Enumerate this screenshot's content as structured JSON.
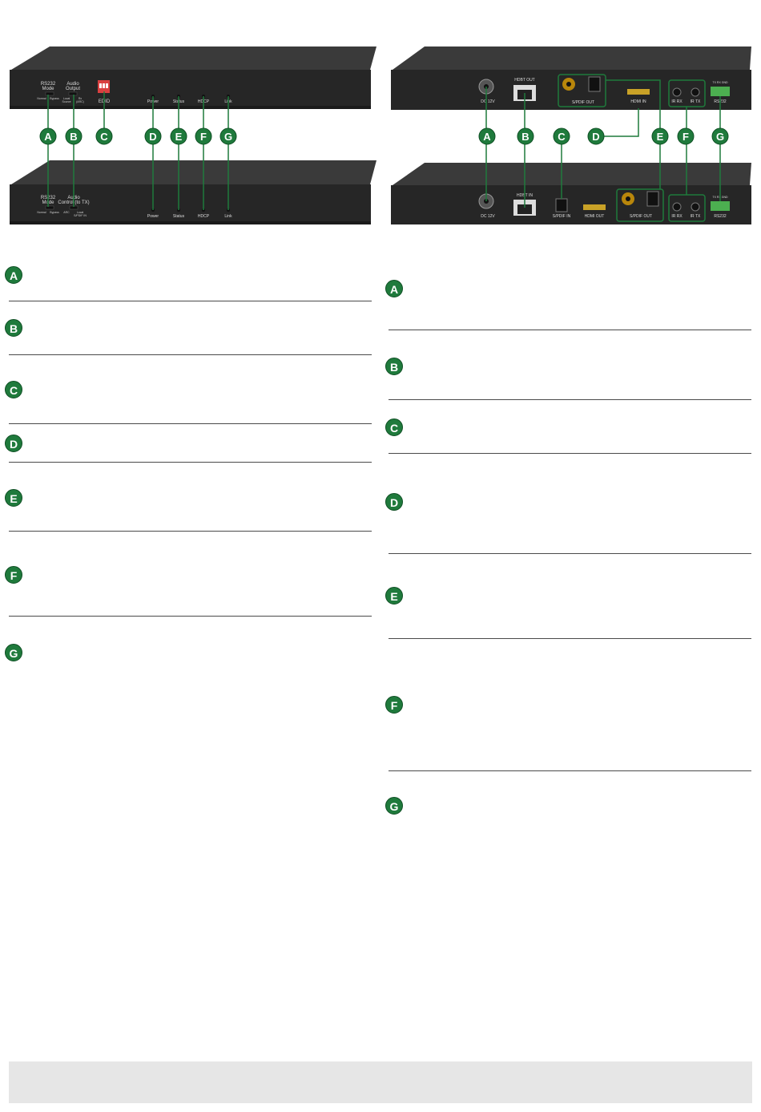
{
  "colors": {
    "callout": "#1f7a3c",
    "device": "#2b2b2b",
    "rule": "#4a4a4a",
    "footer": "#e6e6e6"
  },
  "left_panel": {
    "top_labels": {
      "rs232_mode": "RS232\nMode",
      "rs232_normal": "Normal",
      "rs232_bypass": "Bypass",
      "audio_output": "Audio\nOutput",
      "audio_local": "Local",
      "audio_local_sub": "Source",
      "audio_arc": "Rx",
      "audio_arc_sub": "(ARC)",
      "edid": "EDID",
      "power": "Power",
      "status": "Status",
      "hdcp": "HDCP",
      "link": "Link"
    },
    "bottom_labels": {
      "rs232_mode": "RS232\nMode",
      "rs232_normal": "Normal",
      "rs232_bypass": "Bypass",
      "audio_control": "Audio\nControl (to TX)",
      "audio_arc": "ARC",
      "audio_local": "Local",
      "audio_spdif": "S/PDIF IN",
      "power": "Power",
      "status": "Status",
      "hdcp": "HDCP",
      "link": "Link"
    },
    "callouts": [
      "A",
      "B",
      "C",
      "D",
      "E",
      "F",
      "G"
    ]
  },
  "right_panel": {
    "top_labels": {
      "dc": "DC 12V",
      "hdbt": "HDBT OUT",
      "spdif_out": "S/PDIF OUT",
      "hdmi_in": "HDMI IN",
      "ir_rx": "IR RX",
      "ir_tx": "IR TX",
      "rs232": "RS232",
      "rs232_pins": "TX RX GND"
    },
    "bottom_labels": {
      "dc": "DC 12V",
      "hdbt": "HDBT IN",
      "spdif_in": "S/PDIF IN",
      "hdmi_out": "HDMI OUT",
      "spdif_out": "S/PDIF OUT",
      "ir_rx": "IR RX",
      "ir_tx": "IR TX",
      "rs232": "RS232",
      "rs232_pins": "TX RX GND"
    },
    "callouts": [
      "A",
      "B",
      "C",
      "D",
      "E",
      "F",
      "G"
    ]
  },
  "left_list": [
    "A",
    "B",
    "C",
    "D",
    "E",
    "F",
    "G"
  ],
  "right_list": [
    "A",
    "B",
    "C",
    "D",
    "E",
    "F",
    "G"
  ]
}
